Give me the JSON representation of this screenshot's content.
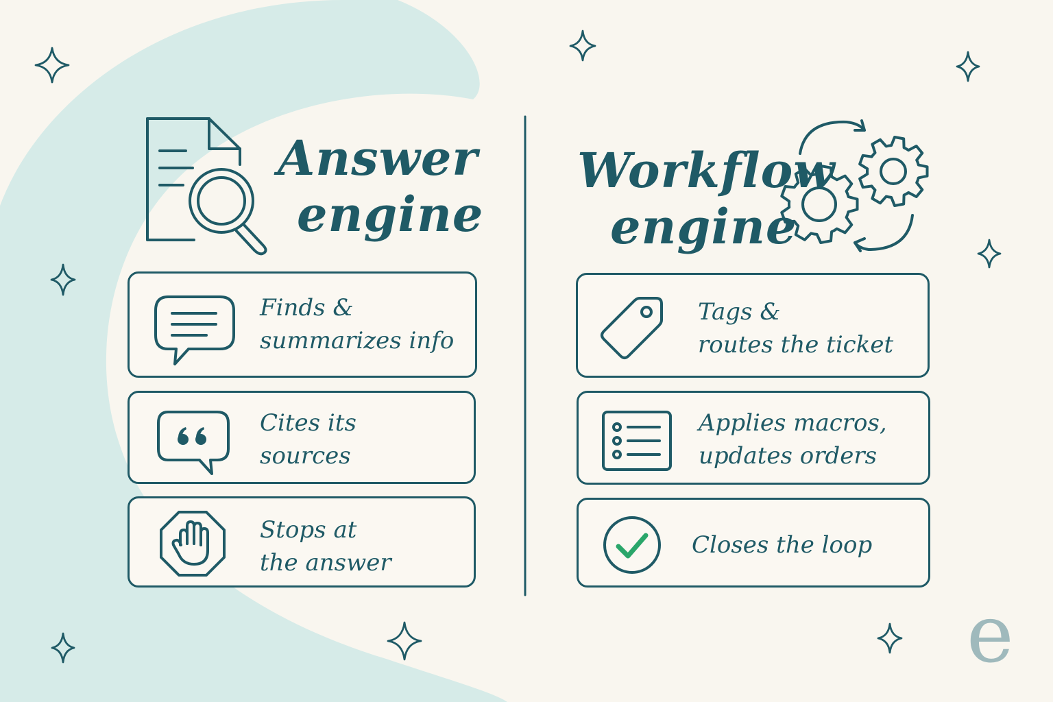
{
  "colors": {
    "ink": "#1f5a66",
    "accent_green": "#2aa66a",
    "background": "#f9f6ef",
    "blob": "#d6ebe8",
    "logo": "#9fb9bc"
  },
  "left": {
    "title_line1": "Answer",
    "title_line2": "engine",
    "header_icon": "document-magnifier-icon",
    "cards": [
      {
        "icon": "chat-bubble-icon",
        "line1": "Finds &",
        "line2": "summarizes info"
      },
      {
        "icon": "quote-bubble-icon",
        "line1": "Cites its",
        "line2": "sources"
      },
      {
        "icon": "stop-hand-icon",
        "line1": "Stops at",
        "line2": "the answer"
      }
    ]
  },
  "right": {
    "title_line1": "Workflow",
    "title_line2": "engine",
    "header_icon": "gears-cycle-icon",
    "cards": [
      {
        "icon": "tag-icon",
        "line1": "Tags &",
        "line2": "routes the ticket"
      },
      {
        "icon": "checklist-icon",
        "line1": "Applies macros,",
        "line2": "updates orders"
      },
      {
        "icon": "check-circle-icon",
        "line1": "Closes the loop"
      }
    ]
  },
  "logo_letter": "e"
}
